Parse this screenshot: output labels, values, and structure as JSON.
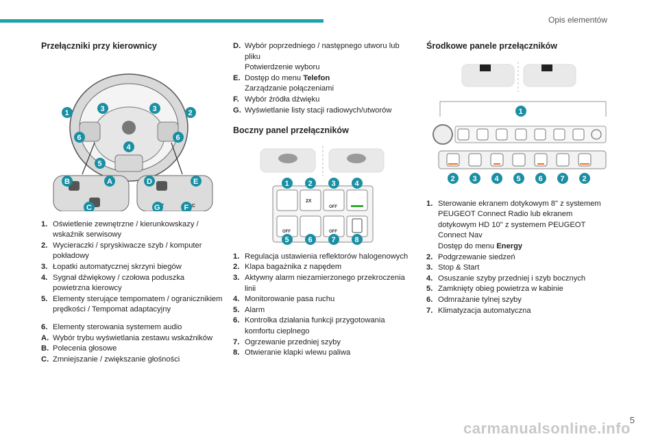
{
  "header": {
    "title": "Opis elementów"
  },
  "page_number": "5",
  "watermark": "carmanualsonline.info",
  "col1": {
    "heading": "Przełączniki przy kierownicy",
    "figure_letters": [
      "A",
      "B",
      "C",
      "D",
      "E",
      "F",
      "G"
    ],
    "figure_labels": {
      "list": "LIST",
      "src": "SRC"
    },
    "items": [
      {
        "k": "1.",
        "t": "Oświetlenie zewnętrzne / kierunkowskazy / wskaźnik serwisowy"
      },
      {
        "k": "2.",
        "t": "Wycieraczki / spryskiwacze szyb / komputer pokładowy"
      },
      {
        "k": "3.",
        "t": "Łopatki automatycznej skrzyni biegów"
      },
      {
        "k": "4.",
        "t": "Sygnał dźwiękowy / czołowa poduszka powietrzna kierowcy"
      },
      {
        "k": "5.",
        "t": "Elementy sterujące tempomatem / ogranicznikiem prędkości / Tempomat adaptacyjny"
      }
    ],
    "items2": [
      {
        "k": "6.",
        "t": "Elementy sterowania systemem audio"
      },
      {
        "k": "A.",
        "t": "Wybór trybu wyświetlania zestawu wskaźników"
      },
      {
        "k": "B.",
        "t": "Polecenia głosowe"
      },
      {
        "k": "C.",
        "t": "Zmniejszanie / zwiększanie głośności"
      }
    ]
  },
  "col2": {
    "itemsTop": [
      {
        "k": "D.",
        "t": "Wybór poprzedniego / następnego utworu lub pliku",
        "t2": "Potwierdzenie wyboru"
      },
      {
        "k": "E.",
        "t": "Dostęp do menu ",
        "b": "Telefon",
        "t2": "Zarządzanie połączeniami"
      },
      {
        "k": "F.",
        "t": "Wybór źródła dźwięku"
      },
      {
        "k": "G.",
        "t": "Wyświetlanie listy stacji radiowych/utworów"
      }
    ],
    "heading": "Boczny panel przełączników",
    "figure_labels": {
      "off": "OFF",
      "x2": "2X"
    },
    "items": [
      {
        "k": "1.",
        "t": "Regulacja ustawienia reflektorów halogenowych"
      },
      {
        "k": "2.",
        "t": "Klapa bagażnika z napędem"
      },
      {
        "k": "3.",
        "t": "Aktywny alarm niezamierzonego przekroczenia linii"
      },
      {
        "k": "4.",
        "t": "Monitorowanie pasa ruchu"
      },
      {
        "k": "5.",
        "t": "Alarm"
      },
      {
        "k": "6.",
        "t": "Kontrolka działania funkcji przygotowania komfortu cieplnego"
      },
      {
        "k": "7.",
        "t": "Ogrzewanie przedniej szyby"
      },
      {
        "k": "8.",
        "t": "Otwieranie klapki wlewu paliwa"
      }
    ]
  },
  "col3": {
    "heading": "Środkowe panele przełączników",
    "items": [
      {
        "k": "1.",
        "t": "Sterowanie ekranem dotykowym 8\" z systemem PEUGEOT Connect Radio lub ekranem dotykowym HD 10\" z systemem PEUGEOT Connect Nav",
        "t2": "Dostęp do menu ",
        "b2": "Energy"
      },
      {
        "k": "2.",
        "t": "Podgrzewanie siedzeń"
      },
      {
        "k": "3.",
        "t": "Stop & Start"
      },
      {
        "k": "4.",
        "t": "Osuszanie szyby przedniej i szyb bocznych"
      },
      {
        "k": "5.",
        "t": "Zamknięty obieg powietrza w kabinie"
      },
      {
        "k": "6.",
        "t": "Odmrażanie tylnej szyby"
      },
      {
        "k": "7.",
        "t": "Klimatyzacja automatyczna"
      }
    ]
  }
}
